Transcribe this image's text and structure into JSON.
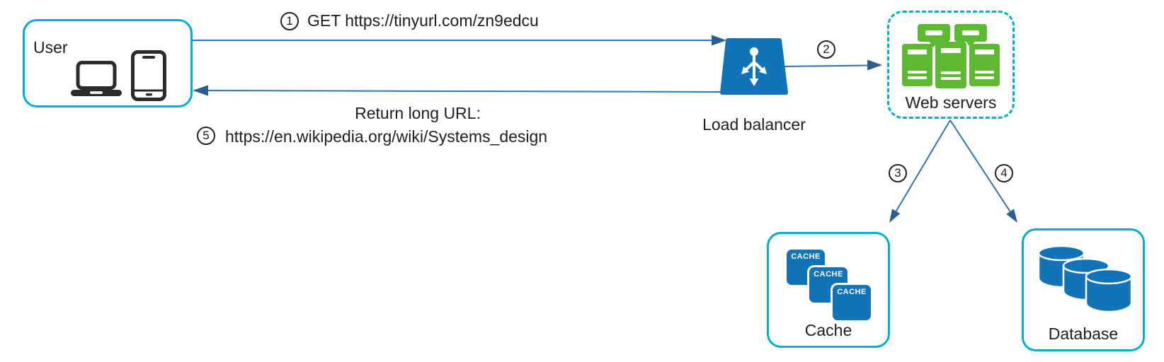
{
  "nodes": {
    "user": {
      "label": "User"
    },
    "load_balancer": {
      "label": "Load balancer"
    },
    "web_servers": {
      "label": "Web servers"
    },
    "cache": {
      "label": "Cache",
      "badge": "CACHE"
    },
    "database": {
      "label": "Database"
    }
  },
  "steps": {
    "s1": {
      "num": "1",
      "label": "GET https://tinyurl.com/zn9edcu"
    },
    "s2": {
      "num": "2"
    },
    "s3": {
      "num": "3"
    },
    "s4": {
      "num": "4"
    },
    "s5": {
      "num": "5",
      "heading": "Return long URL:",
      "label": "https://en.wikipedia.org/wiki/Systems_design"
    }
  },
  "colors": {
    "accent_cyan": "#00AFD2",
    "icon_blue": "#1273B8",
    "arrow_blue": "#2E74B6",
    "arrowhead_blue": "#2B5D8E",
    "server_green": "#5CB931",
    "text_dark": "#1E1E1E",
    "device_gray": "#2B2B2B"
  }
}
